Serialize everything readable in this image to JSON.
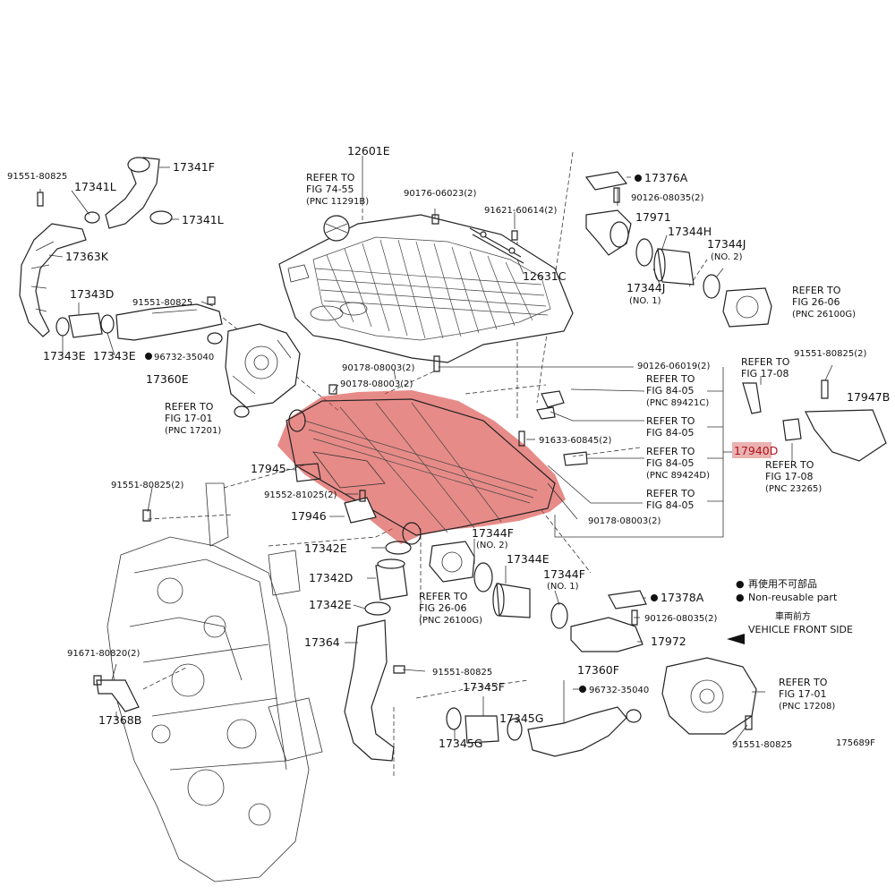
{
  "diagram_id": "175689F",
  "highlight": {
    "part_number": "17940D",
    "color": "#d9443f"
  },
  "legend": {
    "symbol": "●",
    "japanese": "再使用不可部品",
    "english": "Non-reusable part"
  },
  "front_note": {
    "japanese": "車両前方",
    "english": "VEHICLE FRONT SIDE"
  },
  "parts": {
    "p_91551_80825_a": "91551-80825",
    "p_17341L_a": "17341L",
    "p_17341F": "17341F",
    "p_17341L_b": "17341L",
    "p_17363K": "17363K",
    "p_17343D": "17343D",
    "p_91551_80825_b": "91551-80825",
    "p_17343E_a": "17343E",
    "p_17343E_b": "17343E",
    "p_96732_35040_a": "96732-35040",
    "p_17360E": "17360E",
    "p_12601E": "12601E",
    "p_90176_06023": "90176-06023(2)",
    "p_91621_60614": "91621-60614(2)",
    "p_12631C": "12631C",
    "p_17376A": "17376A",
    "p_90126_08035_a": "90126-08035(2)",
    "p_17971": "17971",
    "p_17344H": "17344H",
    "p_17344J_a": "17344J",
    "p_no2_a": "(NO. 2)",
    "p_17344J_b": "17344J",
    "p_no1_a": "(NO. 1)",
    "p_90178_08003_a": "90178-08003(2)",
    "p_90178_08003_b": "90178-08003(2)",
    "p_90126_06019": "90126-06019(2)",
    "p_91551_80825_c": "91551-80825(2)",
    "p_17947B": "17947B",
    "p_91633_60845": "91633-60845(2)",
    "p_17945": "17945",
    "p_91552_81025": "91552-81025(2)",
    "p_91551_80825_d": "91551-80825(2)",
    "p_17946": "17946",
    "p_90178_08003_c": "90178-08003(2)",
    "p_17344F_a": "17344F",
    "p_no2_b": "(NO. 2)",
    "p_17342E_a": "17342E",
    "p_17342D": "17342D",
    "p_17344E": "17344E",
    "p_17344F_b": "17344F",
    "p_no1_b": "(NO. 1)",
    "p_17378A": "17378A",
    "p_90126_08035_b": "90126-08035(2)",
    "p_17342E_b": "17342E",
    "p_17364": "17364",
    "p_17972": "17972",
    "p_91671_80820": "91671-80820(2)",
    "p_91551_80825_e": "91551-80825",
    "p_17345F": "17345F",
    "p_17345G_a": "17345G",
    "p_17345G_b": "17345G",
    "p_17360F": "17360F",
    "p_96732_35040_b": "96732-35040",
    "p_17368B": "17368B",
    "p_91551_80825_f": "91551-80825"
  },
  "refs": {
    "r_fig7455": {
      "l1": "REFER TO",
      "l2": "FIG 74-55",
      "l3": "(PNC 11291B)"
    },
    "r_fig2606_a": {
      "l1": "REFER TO",
      "l2": "FIG 26-06",
      "l3": "(PNC 26100G)"
    },
    "r_fig1701_a": {
      "l1": "REFER TO",
      "l2": "FIG 17-01",
      "l3": "(PNC 17201)"
    },
    "r_fig8405_a": {
      "l1": "REFER TO",
      "l2": "FIG 84-05",
      "l3": "(PNC 89421C)"
    },
    "r_fig8405_b": {
      "l1": "REFER TO",
      "l2": "FIG 84-05"
    },
    "r_fig8405_c": {
      "l1": "REFER TO",
      "l2": "FIG 84-05",
      "l3": "(PNC 89424D)"
    },
    "r_fig8405_d": {
      "l1": "REFER TO",
      "l2": "FIG 84-05"
    },
    "r_fig1708_a": {
      "l1": "REFER TO",
      "l2": "FIG 17-08"
    },
    "r_fig1708_b": {
      "l1": "REFER TO",
      "l2": "FIG 17-08",
      "l3": "(PNC 23265)"
    },
    "r_fig2606_b": {
      "l1": "REFER TO",
      "l2": "FIG 26-06",
      "l3": "(PNC 26100G)"
    },
    "r_fig1701_b": {
      "l1": "REFER TO",
      "l2": "FIG 17-01",
      "l3": "(PNC 17208)"
    }
  }
}
